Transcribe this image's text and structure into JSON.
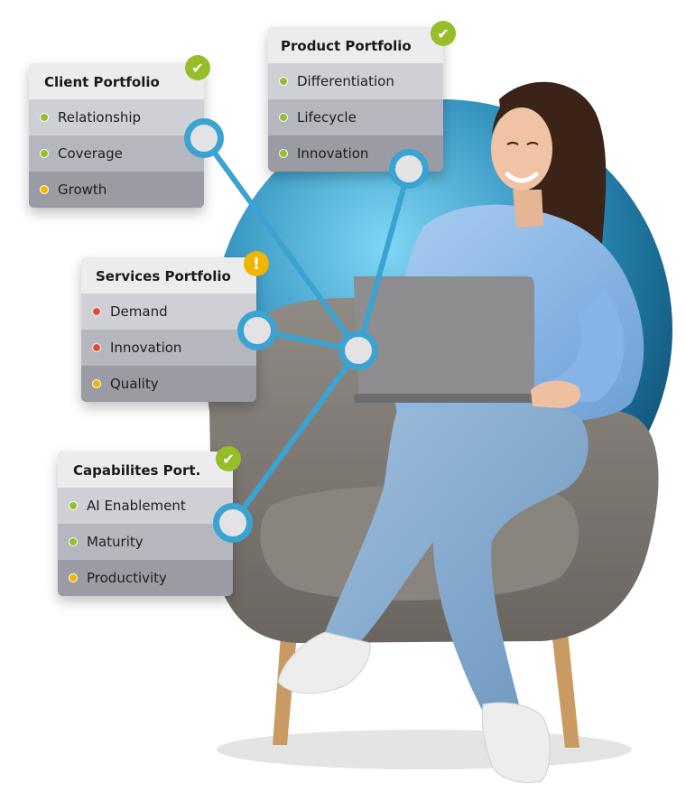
{
  "colors": {
    "accent_blue": "#3aa3d1",
    "status_green": "#95be2a",
    "status_yellow": "#f1b400",
    "status_red": "#e2493a"
  },
  "cards": {
    "client": {
      "title": "Client Portfolio",
      "badge_icon": "check-icon",
      "badge_glyph": "✔",
      "items": [
        {
          "label": "Relationship",
          "status": "green"
        },
        {
          "label": "Coverage",
          "status": "green"
        },
        {
          "label": "Growth",
          "status": "yellow"
        }
      ]
    },
    "product": {
      "title": "Product Portfolio",
      "badge_icon": "check-icon",
      "badge_glyph": "✔",
      "items": [
        {
          "label": "Differentiation",
          "status": "green"
        },
        {
          "label": "Lifecycle",
          "status": "green"
        },
        {
          "label": "Innovation",
          "status": "green"
        }
      ]
    },
    "services": {
      "title": "Services Portfolio",
      "badge_icon": "warning-icon",
      "badge_glyph": "!",
      "items": [
        {
          "label": "Demand",
          "status": "red"
        },
        {
          "label": "Innovation",
          "status": "red"
        },
        {
          "label": "Quality",
          "status": "yellow"
        }
      ]
    },
    "capabilities": {
      "title": "Capabilites Port.",
      "badge_icon": "check-icon",
      "badge_glyph": "✔",
      "items": [
        {
          "label": "AI Enablement",
          "status": "green"
        },
        {
          "label": "Maturity",
          "status": "green"
        },
        {
          "label": "Productivity",
          "status": "yellow"
        }
      ]
    }
  }
}
